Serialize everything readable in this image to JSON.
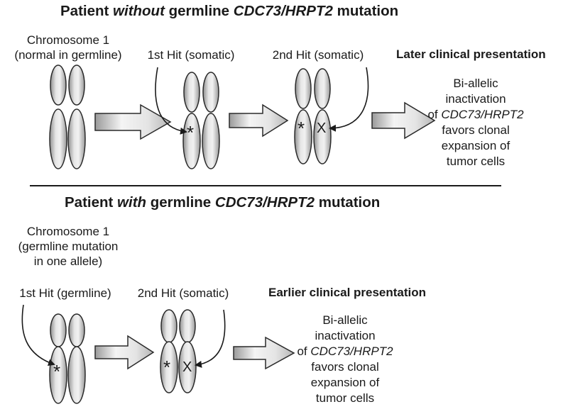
{
  "top": {
    "title_a": "Patient ",
    "title_b": "without",
    "title_c": " germline ",
    "title_d": "CDC73/HRPT2",
    "title_e": " mutation",
    "chromosome_label_1": "Chromosome 1",
    "chromosome_label_2": "(normal in germline)",
    "hit1_label": "1st Hit (somatic)",
    "hit2_label": "2nd Hit (somatic)",
    "presentation": "Later clinical presentation",
    "outcome_1": "Bi-allelic",
    "outcome_2": "inactivation",
    "outcome_3a": "of ",
    "outcome_3b": "CDC73/HRPT2",
    "outcome_4": "favors clonal",
    "outcome_5": "expansion of",
    "outcome_6": "tumor cells",
    "mark_star": "*",
    "mark_x": "X"
  },
  "bottom": {
    "title_a": "Patient ",
    "title_b": "with",
    "title_c": " germline ",
    "title_d": "CDC73/HRPT2",
    "title_e": " mutation",
    "chromosome_label_1": "Chromosome 1",
    "chromosome_label_2": "(germline mutation",
    "chromosome_label_3": "in one allele)",
    "hit1_label": "1st Hit (germline)",
    "hit2_label": "2nd Hit (somatic)",
    "presentation": "Earlier clinical presentation",
    "outcome_1": "Bi-allelic",
    "outcome_2": "inactivation",
    "outcome_3a": "of ",
    "outcome_3b": "CDC73/HRPT2",
    "outcome_4": "favors clonal",
    "outcome_5": "expansion of",
    "outcome_6": "tumor cells",
    "mark_star": "*",
    "mark_x": "X"
  }
}
